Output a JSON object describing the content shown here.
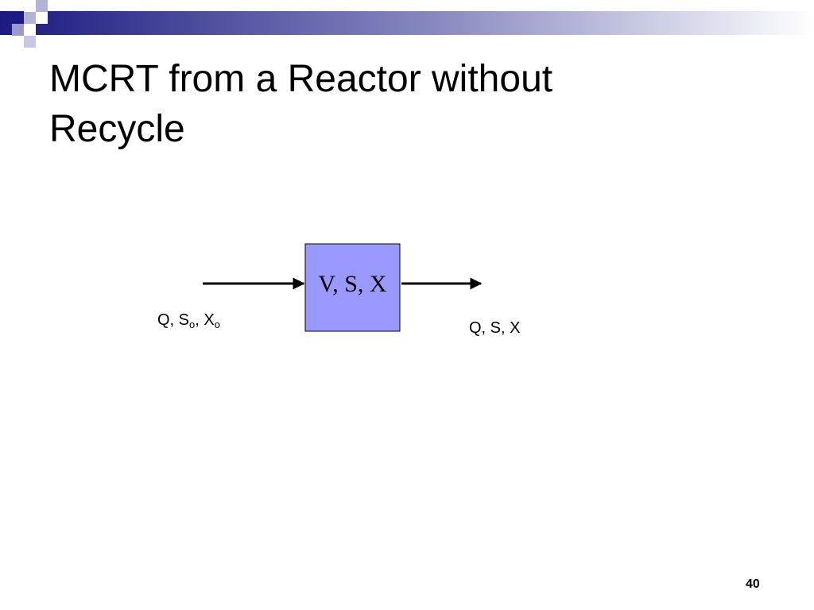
{
  "slide": {
    "title_line1": "MCRT from a Reactor without",
    "title_line2": "Recycle",
    "page_number": "40"
  },
  "diagram": {
    "reactor_label": "V, S, X",
    "inlet": {
      "prefix": "Q, S",
      "sub1": "o",
      "middle": ", X",
      "sub2": "o"
    },
    "outlet_label": "Q, S, X"
  },
  "colors": {
    "reactor_fill": "#9999ff",
    "header_dark": "#1a1a80",
    "header_light": "#ffffff"
  }
}
